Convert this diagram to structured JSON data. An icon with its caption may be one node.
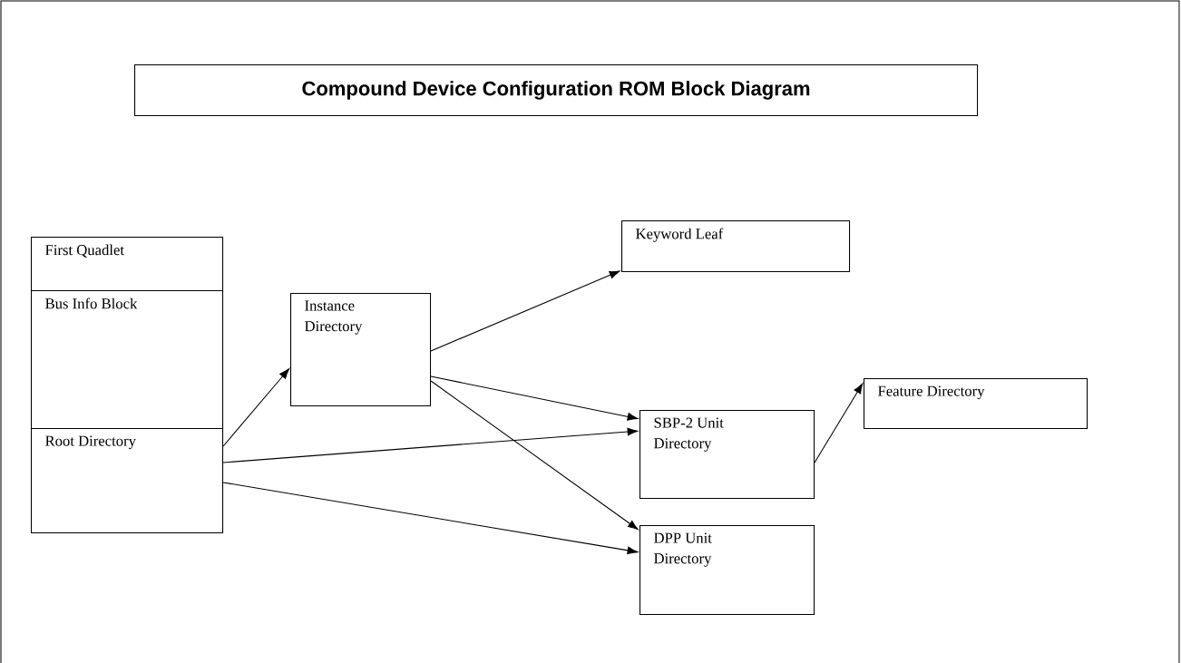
{
  "diagram": {
    "title": "Compound Device Configuration ROM Block Diagram",
    "nodes": [
      {
        "text": [
          "First Quadlet"
        ]
      },
      {
        "text": [
          "Bus Info Block"
        ]
      },
      {
        "text": [
          "Root Directory"
        ]
      },
      {
        "text": [
          "Instance Directory"
        ]
      },
      {
        "text": [
          "Keyword Leaf"
        ]
      },
      {
        "text": [
          "SBP-2 Unit Directory"
        ]
      },
      {
        "text": [
          "Feature Directory"
        ]
      },
      {
        "text": [
          "DPP Unit Directory"
        ]
      }
    ],
    "edges": [
      {
        "from": 2,
        "to": 3,
        "arrow": "to"
      },
      {
        "from": 3,
        "to": 4,
        "arrow": "to"
      },
      {
        "from": 3,
        "to": 5,
        "arrow": "to"
      },
      {
        "from": 2,
        "to": 5,
        "arrow": "to"
      },
      {
        "from": 3,
        "to": 7,
        "arrow": "to"
      },
      {
        "from": 2,
        "to": 7,
        "arrow": "to"
      },
      {
        "from": 5,
        "to": 6,
        "arrow": "to"
      }
    ]
  }
}
